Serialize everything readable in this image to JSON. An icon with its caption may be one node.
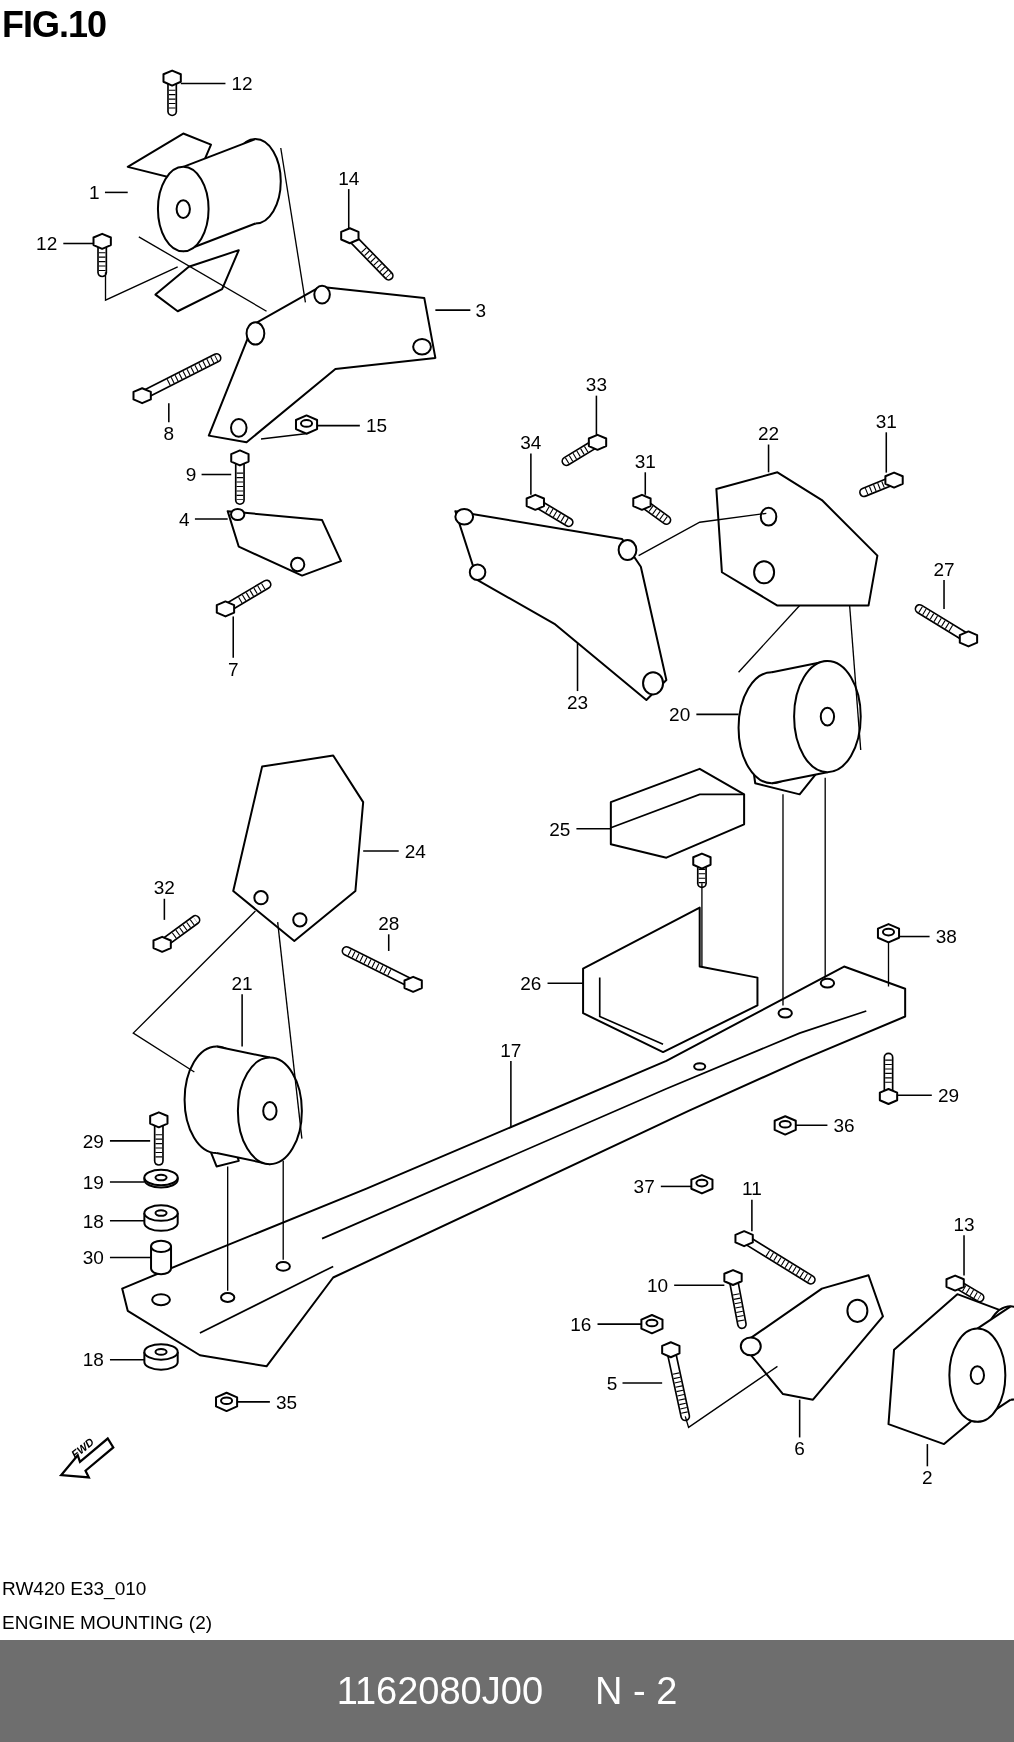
{
  "diagram": {
    "title": "FIG.10",
    "nodes": [
      {
        "text": [
          "12"
        ]
      },
      {
        "text": [
          "1"
        ]
      },
      {
        "text": [
          "12"
        ]
      },
      {
        "text": [
          "14"
        ]
      },
      {
        "text": [
          "3"
        ]
      },
      {
        "text": [
          "8"
        ]
      },
      {
        "text": [
          "15"
        ]
      },
      {
        "text": [
          "9"
        ]
      },
      {
        "text": [
          "4"
        ]
      },
      {
        "text": [
          "7"
        ]
      },
      {
        "text": [
          "33"
        ]
      },
      {
        "text": [
          "34"
        ]
      },
      {
        "text": [
          "31"
        ]
      },
      {
        "text": [
          "22"
        ]
      },
      {
        "text": [
          "31"
        ]
      },
      {
        "text": [
          "27"
        ]
      },
      {
        "text": [
          "23"
        ]
      },
      {
        "text": [
          "20"
        ]
      },
      {
        "text": [
          "25"
        ]
      },
      {
        "text": [
          "24"
        ]
      },
      {
        "text": [
          "32"
        ]
      },
      {
        "text": [
          "28"
        ]
      },
      {
        "text": [
          "38"
        ]
      },
      {
        "text": [
          "26"
        ]
      },
      {
        "text": [
          "21"
        ]
      },
      {
        "text": [
          "17"
        ]
      },
      {
        "text": [
          "29"
        ]
      },
      {
        "text": [
          "29"
        ]
      },
      {
        "text": [
          "36"
        ]
      },
      {
        "text": [
          "19"
        ]
      },
      {
        "text": [
          "37"
        ]
      },
      {
        "text": [
          "11"
        ]
      },
      {
        "text": [
          "18"
        ]
      },
      {
        "text": [
          "13"
        ]
      },
      {
        "text": [
          "30"
        ]
      },
      {
        "text": [
          "10"
        ]
      },
      {
        "text": [
          "16"
        ]
      },
      {
        "text": [
          "18"
        ]
      },
      {
        "text": [
          "5"
        ]
      },
      {
        "text": [
          "35"
        ]
      },
      {
        "text": [
          "6"
        ]
      },
      {
        "text": [
          "2"
        ]
      },
      {
        "text": [],
        "shape": "picture"
      },
      {
        "text": [],
        "shape": "picture"
      },
      {
        "text": [],
        "shape": "picture"
      },
      {
        "text": [],
        "shape": "picture"
      },
      {
        "text": [],
        "shape": "picture"
      },
      {
        "text": [],
        "shape": "picture"
      },
      {
        "text": [],
        "shape": "picture"
      },
      {
        "text": [],
        "shape": "picture"
      },
      {
        "text": [],
        "shape": "picture"
      },
      {
        "text": [],
        "shape": "picture"
      },
      {
        "text": [],
        "shape": "picture"
      },
      {
        "text": [],
        "shape": "picture"
      },
      {
        "text": [],
        "shape": "picture"
      },
      {
        "text": [],
        "shape": "picture"
      },
      {
        "text": [],
        "shape": "picture"
      },
      {
        "text": [],
        "shape": "picture"
      },
      {
        "text": [],
        "shape": "picture"
      },
      {
        "text": [],
        "shape": "picture"
      },
      {
        "text": [],
        "shape": "picture"
      },
      {
        "text": [],
        "shape": "picture"
      },
      {
        "text": [],
        "shape": "picture"
      },
      {
        "text": [],
        "shape": "picture"
      },
      {
        "text": [],
        "shape": "picture"
      },
      {
        "text": [],
        "shape": "picture"
      },
      {
        "text": [],
        "shape": "picture"
      },
      {
        "text": [],
        "shape": "picture"
      },
      {
        "text": [],
        "shape": "picture"
      },
      {
        "text": [],
        "shape": "picture"
      },
      {
        "text": [],
        "shape": "picture"
      },
      {
        "text": [],
        "shape": "picture"
      },
      {
        "text": [],
        "shape": "picture"
      },
      {
        "text": [],
        "shape": "picture"
      },
      {
        "text": [],
        "shape": "circle"
      },
      {
        "text": [],
        "shape": "picture"
      },
      {
        "text": [],
        "shape": "cylinder"
      },
      {
        "text": [],
        "shape": "picture"
      },
      {
        "text": [],
        "shape": "picture"
      },
      {
        "text": [],
        "shape": "circle"
      },
      {
        "text": [],
        "shape": "picture"
      },
      {
        "text": [],
        "shape": "picture"
      },
      {
        "text": [],
        "shape": "picture"
      },
      {
        "text": [],
        "shape": "picture"
      }
    ],
    "edges": [
      {
        "from": 0,
        "to": 42,
        "arrow": "none"
      },
      {
        "from": 1,
        "to": 43,
        "arrow": "none"
      },
      {
        "from": 2,
        "to": 44,
        "arrow": "none"
      },
      {
        "from": 3,
        "to": 45,
        "arrow": "none"
      },
      {
        "from": 4,
        "to": 46,
        "arrow": "none"
      },
      {
        "from": 5,
        "to": 47,
        "arrow": "none"
      },
      {
        "from": 6,
        "to": 48,
        "arrow": "none"
      },
      {
        "from": 7,
        "to": 49,
        "arrow": "none"
      },
      {
        "from": 8,
        "to": 50,
        "arrow": "none"
      },
      {
        "from": 9,
        "to": 51,
        "arrow": "none"
      },
      {
        "from": 10,
        "to": 52,
        "arrow": "none"
      },
      {
        "from": 11,
        "to": 53,
        "arrow": "none"
      },
      {
        "from": 12,
        "to": 54,
        "arrow": "none"
      },
      {
        "from": 13,
        "to": 55,
        "arrow": "none"
      },
      {
        "from": 14,
        "to": 56,
        "arrow": "none"
      },
      {
        "from": 15,
        "to": 57,
        "arrow": "none"
      },
      {
        "from": 16,
        "to": 58,
        "arrow": "none"
      },
      {
        "from": 17,
        "to": 59,
        "arrow": "none"
      },
      {
        "from": 18,
        "to": 60,
        "arrow": "none"
      },
      {
        "from": 19,
        "to": 61,
        "arrow": "none"
      },
      {
        "from": 20,
        "to": 62,
        "arrow": "none"
      },
      {
        "from": 21,
        "to": 63,
        "arrow": "none"
      },
      {
        "from": 22,
        "to": 64,
        "arrow": "none"
      },
      {
        "from": 23,
        "to": 65,
        "arrow": "none"
      },
      {
        "from": 24,
        "to": 66,
        "arrow": "none"
      },
      {
        "from": 25,
        "to": 67,
        "arrow": "none"
      },
      {
        "from": 26,
        "to": 68,
        "arrow": "none"
      },
      {
        "from": 27,
        "to": 69,
        "arrow": "none"
      },
      {
        "from": 28,
        "to": 70,
        "arrow": "none"
      },
      {
        "from": 29,
        "to": 71,
        "arrow": "none"
      },
      {
        "from": 30,
        "to": 72,
        "arrow": "none"
      },
      {
        "from": 31,
        "to": 73,
        "arrow": "none"
      },
      {
        "from": 32,
        "to": 74,
        "arrow": "none"
      },
      {
        "from": 33,
        "to": 75,
        "arrow": "none"
      },
      {
        "from": 34,
        "to": 76,
        "arrow": "none"
      },
      {
        "from": 35,
        "to": 77,
        "arrow": "none"
      },
      {
        "from": 36,
        "to": 78,
        "arrow": "none"
      },
      {
        "from": 37,
        "to": 79,
        "arrow": "none"
      },
      {
        "from": 38,
        "to": 80,
        "arrow": "none"
      },
      {
        "from": 39,
        "to": 81,
        "arrow": "none"
      },
      {
        "from": 40,
        "to": 82,
        "arrow": "none"
      },
      {
        "from": 41,
        "to": 83,
        "arrow": "none"
      },
      {
        "from": 43,
        "to": 46,
        "arrow": "none"
      },
      {
        "from": 44,
        "to": 43,
        "arrow": "none"
      },
      {
        "from": 43,
        "to": 46,
        "arrow": "none"
      },
      {
        "from": 46,
        "to": 48,
        "arrow": "none"
      },
      {
        "from": 58,
        "to": 55,
        "arrow": "none"
      },
      {
        "from": 55,
        "to": 59,
        "arrow": "none"
      },
      {
        "from": 55,
        "to": 59,
        "arrow": "none"
      },
      {
        "from": 59,
        "to": 67,
        "arrow": "none"
      },
      {
        "from": 59,
        "to": 67,
        "arrow": "none"
      },
      {
        "from": 61,
        "to": 66,
        "arrow": "none"
      },
      {
        "from": 61,
        "to": 66,
        "arrow": "none"
      },
      {
        "from": 60,
        "to": 65,
        "arrow": "none"
      },
      {
        "from": 66,
        "to": 67,
        "arrow": "none"
      },
      {
        "from": 66,
        "to": 67,
        "arrow": "none"
      },
      {
        "from": 80,
        "to": 82,
        "arrow": "none"
      },
      {
        "from": 64,
        "to": 67,
        "arrow": "none"
      }
    ],
    "labels": [
      "FWD",
      "RW420 E33_010",
      "ENGINE MOUNTING (2)",
      "1162080J00",
      "N - 2"
    ]
  }
}
